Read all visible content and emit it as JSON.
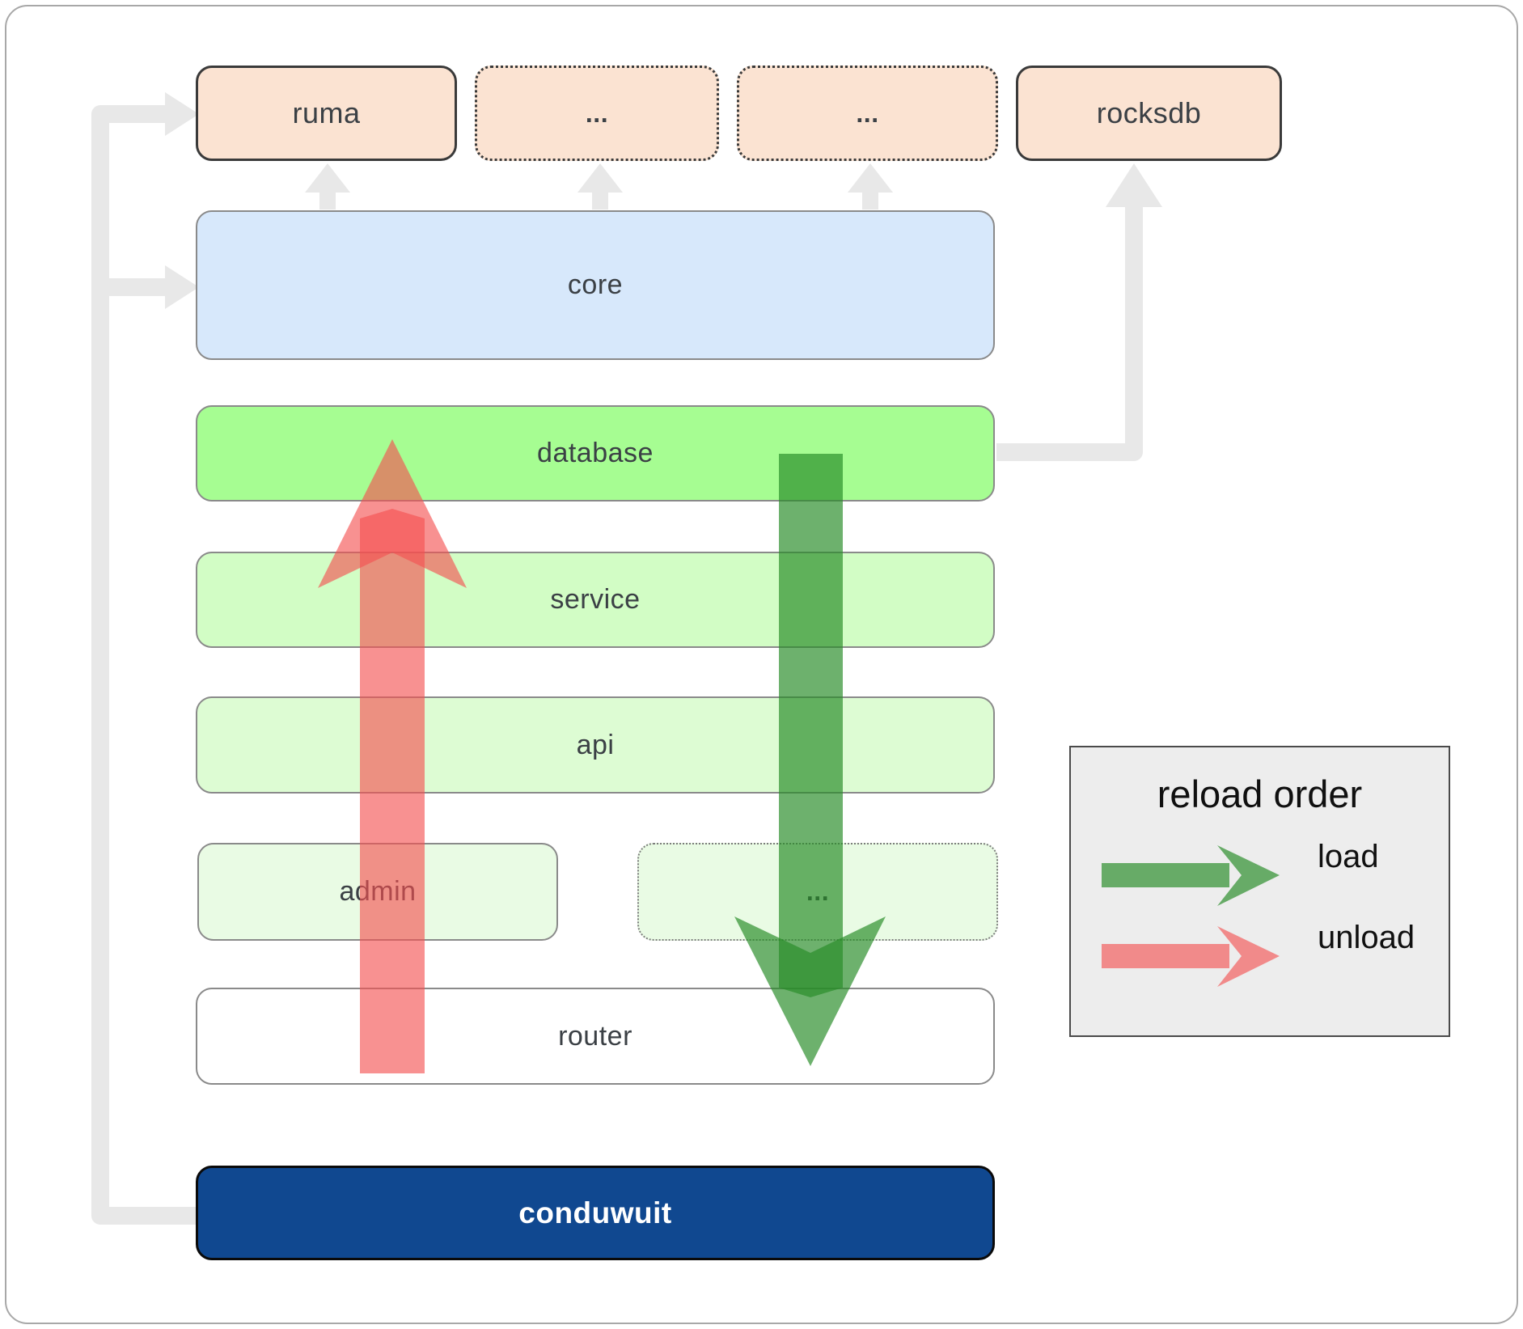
{
  "boxes": {
    "ruma": "ruma",
    "ellipsis_top_1": "...",
    "ellipsis_top_2": "...",
    "rocksdb": "rocksdb",
    "core": "core",
    "database": "database",
    "service": "service",
    "api": "api",
    "admin": "admin",
    "ellipsis_admin": "...",
    "router": "router",
    "conduwuit": "conduwuit"
  },
  "legend": {
    "title": "reload order",
    "items": [
      {
        "label": "load",
        "arrow": "green-load-arrow"
      },
      {
        "label": "unload",
        "arrow": "red-unload-arrow"
      }
    ]
  },
  "colors": {
    "c-peach": "#fbe3d2",
    "c-blue": "#d7e8fb",
    "c-db": "#a6fd92",
    "c-service": "#d2fdc5",
    "c-api": "#ddfcd3",
    "c-admin": "#e9fbe4",
    "c-conduwuit": "#104890",
    "c-legend-bg": "#ededed",
    "c-gray": "#e8e8e8",
    "c-text": "#3b4045",
    "c-border-dark": "#3a3a3a",
    "c-border-gray": "#8a8a8a",
    "c-arrow-red": "rgba(244,80,80,0.63)",
    "c-arrow-green": "rgba(40,140,40,0.68)"
  }
}
